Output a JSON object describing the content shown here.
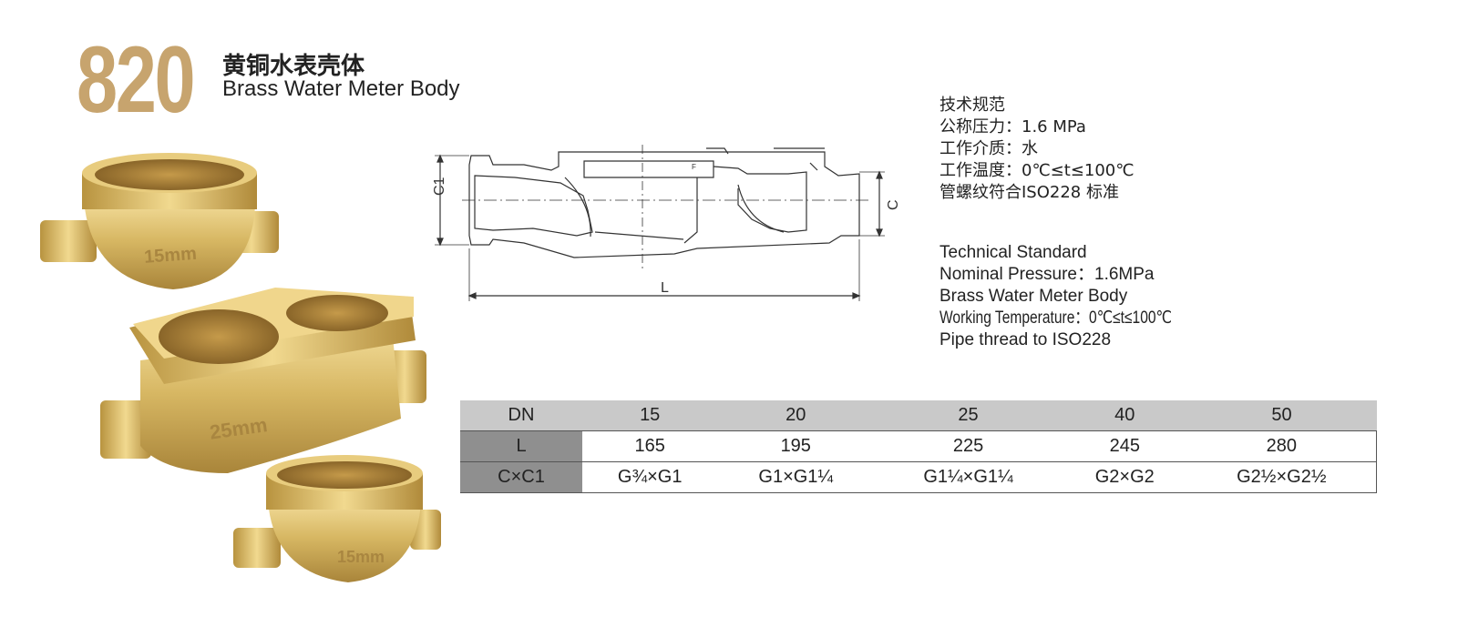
{
  "header": {
    "model_number": "820",
    "title_cn": "黄铜水表壳体",
    "title_en": "Brass Water Meter Body"
  },
  "specs_cn": {
    "heading": "技术规范",
    "pressure": "公称压力：1.6 MPa",
    "medium": "工作介质：水",
    "temperature": "工作温度：0℃≤t≤100℃",
    "thread": "管螺纹符合ISO228 标准"
  },
  "specs_en": {
    "heading": "Technical Standard",
    "pressure": "Nominal Pressure：1.6MPa",
    "product": "Brass Water Meter Body",
    "temperature": "Working Temperature：0℃≤t≤100℃",
    "thread": "Pipe thread to ISO228"
  },
  "drawing": {
    "label_c1": "C1",
    "label_c": "C",
    "label_l": "L",
    "label_f": "F"
  },
  "product_images": {
    "small_top_mark": "15mm",
    "large_mark": "25mm",
    "small_bottom_mark": "15mm"
  },
  "table": {
    "header": [
      "DN",
      "15",
      "20",
      "25",
      "40",
      "50"
    ],
    "rows": [
      [
        "L",
        "165",
        "195",
        "225",
        "245",
        "280"
      ],
      [
        "C×C1",
        "G¾×G1",
        "G1×G1¼",
        "G1¼×G1¼",
        "G2×G2",
        "G2½×G2½"
      ]
    ]
  },
  "colors": {
    "brass_accent": "#c7a46e",
    "table_header_bg": "#c9c9c9",
    "table_row_label_bg": "#8f8f8f"
  }
}
